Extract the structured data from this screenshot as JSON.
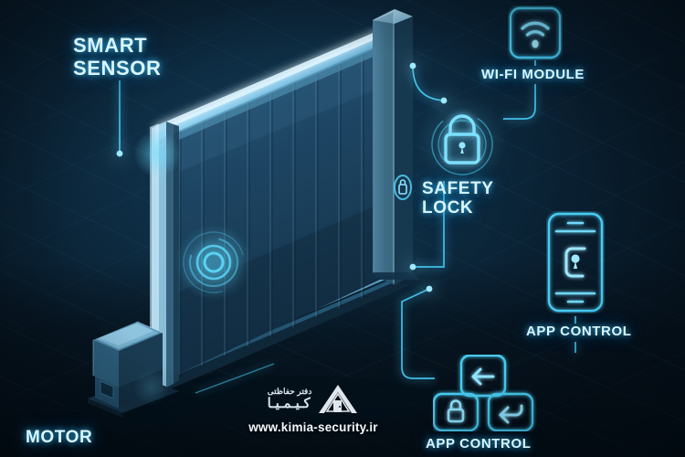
{
  "scene": {
    "title": "Smart Sliding Gate Automation Diagram",
    "background_color": "#0b2134",
    "accent_color": "#38c6f4",
    "glow_color": "#7fe4ff",
    "label_color": "#d9f6ff"
  },
  "labels": {
    "smart_sensor": "SMART\nSENSOR",
    "wifi_module": "WI-FI MODULE",
    "safety_lock": "SAFETY\nLOCK",
    "app_control_phone": "APP CONTROL",
    "app_control_remote": "APP CONTROL",
    "motor": "MOTOR"
  },
  "icons": {
    "wifi": "wifi-icon",
    "padlock_large": "padlock-icon",
    "phone": "smartphone-icon",
    "phone_screen": "keyhole-lock-icon",
    "remote_top": "arrow-left-icon",
    "remote_bottom_left": "padlock-icon",
    "remote_bottom_right": "arrow-left-hook-icon",
    "sensor": "concentric-rings-sensor-icon",
    "post_lock": "small-lock-indicator-icon",
    "motor": "gate-motor-unit-icon"
  },
  "components": [
    {
      "id": "smart-sensor",
      "label": "SMART SENSOR",
      "icon": "concentric-rings-sensor-icon"
    },
    {
      "id": "wifi-module",
      "label": "WI-FI MODULE",
      "icon": "wifi-icon"
    },
    {
      "id": "safety-lock",
      "label": "SAFETY LOCK",
      "icon": "padlock-icon"
    },
    {
      "id": "app-control-phone",
      "label": "APP CONTROL",
      "icon": "smartphone-icon"
    },
    {
      "id": "app-control-remote",
      "label": "APP CONTROL",
      "icon": "remote-buttons-icon"
    },
    {
      "id": "motor",
      "label": "MOTOR",
      "icon": "gate-motor-unit-icon"
    }
  ],
  "watermark": {
    "fa_line_top": "دفتر حفاظتی",
    "fa_line_bottom": "کـیـمـیـا",
    "url": "www.kimia-security.ir",
    "logo_icon": "kimia-house-door-logo-icon"
  }
}
